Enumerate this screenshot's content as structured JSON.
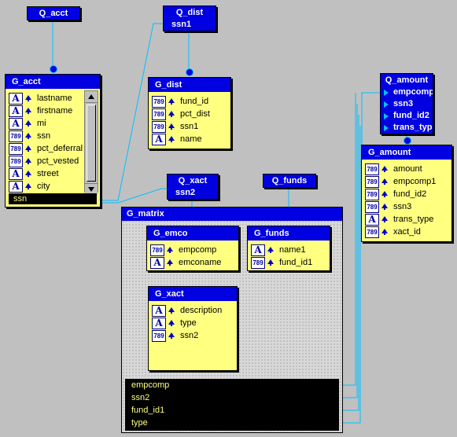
{
  "q_acct": {
    "title": "Q_acct"
  },
  "q_dist": {
    "title": "Q_dist",
    "columns": [
      "ssn1"
    ]
  },
  "q_xact": {
    "title": "Q_xact",
    "columns": [
      "ssn2"
    ]
  },
  "q_funds": {
    "title": "Q_funds"
  },
  "q_amount": {
    "title": "Q_amount",
    "columns": [
      "empcomp",
      "ssn3",
      "fund_id2",
      "trans_type"
    ]
  },
  "g_acct": {
    "title": "G_acct",
    "items": [
      {
        "icon": "char-icon",
        "label": "lastname"
      },
      {
        "icon": "char-icon",
        "label": "firstname"
      },
      {
        "icon": "char-icon",
        "label": "mi"
      },
      {
        "icon": "number-icon",
        "label": "ssn"
      },
      {
        "icon": "number-icon",
        "label": "pct_deferral"
      },
      {
        "icon": "number-icon",
        "label": "pct_vested"
      },
      {
        "icon": "char-icon",
        "label": "street"
      },
      {
        "icon": "char-icon",
        "label": "city"
      }
    ],
    "selected": "ssn"
  },
  "g_dist": {
    "title": "G_dist",
    "items": [
      {
        "icon": "number-icon",
        "label": "fund_id"
      },
      {
        "icon": "number-icon",
        "label": "pct_dist"
      },
      {
        "icon": "number-icon",
        "label": "ssn1"
      },
      {
        "icon": "char-icon",
        "label": "name"
      }
    ]
  },
  "g_amount": {
    "title": "G_amount",
    "items": [
      {
        "icon": "number-icon",
        "label": "amount"
      },
      {
        "icon": "number-icon",
        "label": "empcomp1"
      },
      {
        "icon": "number-icon",
        "label": "fund_id2"
      },
      {
        "icon": "number-icon",
        "label": "ssn3"
      },
      {
        "icon": "char-icon",
        "label": "trans_type"
      },
      {
        "icon": "number-icon",
        "label": "xact_id"
      }
    ]
  },
  "g_matrix": {
    "title": "G_matrix",
    "cells": [
      "empcomp",
      "ssn2",
      "fund_id1",
      "type"
    ]
  },
  "g_emco": {
    "title": "G_emco",
    "items": [
      {
        "icon": "number-icon",
        "label": "empcomp"
      },
      {
        "icon": "char-icon",
        "label": "emconame"
      }
    ]
  },
  "g_funds": {
    "title": "G_funds",
    "items": [
      {
        "icon": "char-icon",
        "label": "name1"
      },
      {
        "icon": "number-icon",
        "label": "fund_id1"
      }
    ]
  },
  "g_xact": {
    "title": "G_xact",
    "items": [
      {
        "icon": "char-icon",
        "label": "description"
      },
      {
        "icon": "char-icon",
        "label": "type"
      },
      {
        "icon": "number-icon",
        "label": "ssn2"
      }
    ]
  },
  "icon_glyphs": {
    "char": "A",
    "number": "789"
  },
  "colors": {
    "canvas": "#c0c0c0",
    "header": "#0000e0",
    "group": "#ffff80",
    "link": "#00c0ff"
  }
}
